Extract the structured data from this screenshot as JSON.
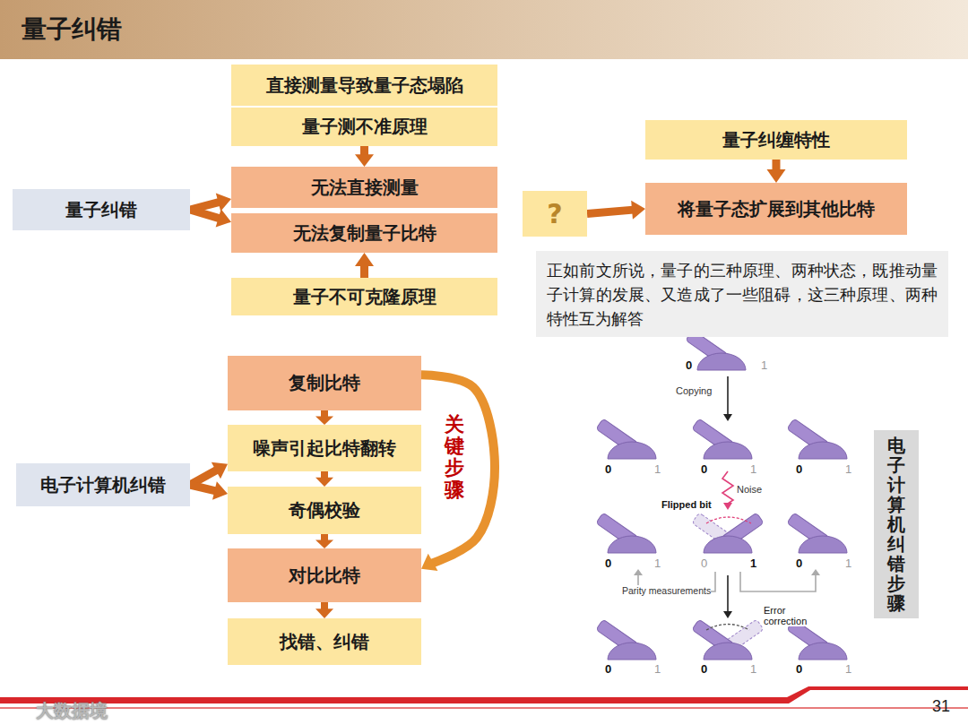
{
  "diagram": {
    "title": "量子纠错",
    "nodes": [
      {
        "text": [
          "直接测量导致量子态塌陷"
        ]
      },
      {
        "text": [
          "量子测不准原理"
        ]
      },
      {
        "text": [
          "无法直接测量"
        ]
      },
      {
        "text": [
          "无法复制量子比特"
        ]
      },
      {
        "text": [
          "量子不可克隆原理"
        ]
      },
      {
        "text": [
          "量子纠错"
        ]
      },
      {
        "text": [
          "量子纠缠特性"
        ]
      },
      {
        "text": [
          "?"
        ]
      },
      {
        "text": [
          "将量子态扩展到其他比特"
        ]
      },
      {
        "text": [
          "正如前文所说，量子的三种原理、两种状态，既推动量子计算的发展、又造成了一些阻碍，这三种原理、两种特性互为解答"
        ]
      },
      {
        "text": [
          "复制比特"
        ]
      },
      {
        "text": [
          "噪声引起比特翻转"
        ]
      },
      {
        "text": [
          "奇偶校验"
        ]
      },
      {
        "text": [
          "对比比特"
        ]
      },
      {
        "text": [
          "找错、纠错"
        ]
      },
      {
        "text": [
          "电子计算机纠错"
        ]
      },
      {
        "text": [
          "电子计算机纠错步骤"
        ]
      }
    ],
    "edges": [
      {
        "from": 1,
        "to": 2,
        "arrow": "to"
      },
      {
        "from": 4,
        "to": 3,
        "arrow": "to"
      },
      {
        "from": 5,
        "to": 2,
        "arrow": "to"
      },
      {
        "from": 5,
        "to": 3,
        "arrow": "to"
      },
      {
        "from": 6,
        "to": 8,
        "arrow": "to"
      },
      {
        "from": 7,
        "to": 8,
        "arrow": "to"
      },
      {
        "from": 10,
        "to": 11,
        "arrow": "to"
      },
      {
        "from": 11,
        "to": 12,
        "arrow": "to"
      },
      {
        "from": 12,
        "to": 13,
        "arrow": "to"
      },
      {
        "from": 13,
        "to": 14,
        "arrow": "to"
      },
      {
        "from": 10,
        "to": 13,
        "label": "关键步骤",
        "arrow": "to"
      },
      {
        "from": 15,
        "to": 11,
        "arrow": "to"
      },
      {
        "from": 15,
        "to": 12,
        "arrow": "to"
      }
    ],
    "labels": [
      "0",
      "1",
      "Copying",
      "0",
      "1",
      "0",
      "1",
      "0",
      "1",
      "Noise",
      "Flipped bit",
      "0",
      "1",
      "0",
      "1",
      "0",
      "1",
      "Parity measurements",
      "Error correction",
      "0",
      "1",
      "0",
      "1",
      "0",
      "1",
      "大数据境",
      "31"
    ]
  }
}
